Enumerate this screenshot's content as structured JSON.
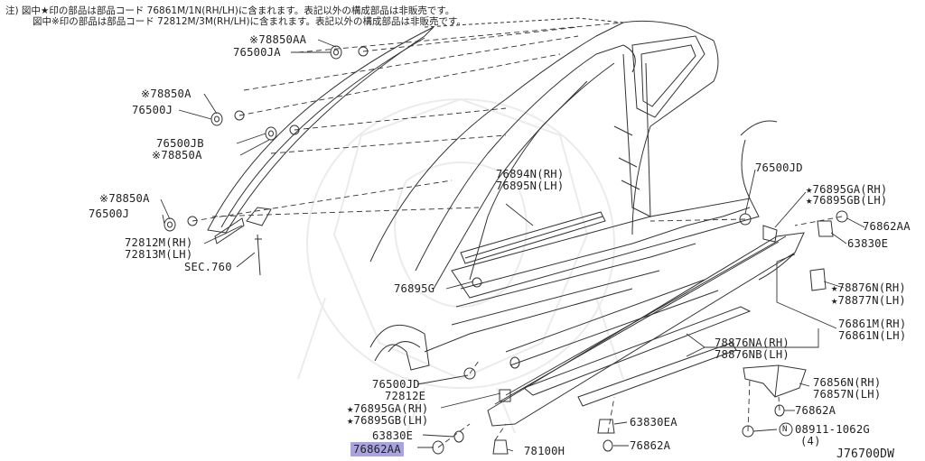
{
  "notes": {
    "line1": "注) 図中★印の部品は部品コード 76861M/1N(RH/LH)に含まれます。表記以外の構成部品は非販売です。",
    "line2": "図中※印の部品は部品コード 72812M/3M(RH/LH)に含まれます。表記以外の構成部品は非販売です。"
  },
  "labels": {
    "p78850AA": "※78850AA",
    "p76500JA": "76500JA",
    "p78850A_1": "※78850A",
    "p76500J_1": "76500J",
    "p76500JB": "76500JB",
    "p78850A_2": "※78850A",
    "p78850A_3": "※78850A",
    "p76500J_2": "76500J",
    "p72812M": "72812M(RH)",
    "p72813M": "72813M(LH)",
    "sec760": "SEC.760",
    "p76894N": "76894N(RH)",
    "p76895N": "76895N(LH)",
    "p76895G": "76895G",
    "p76500JD_1": "76500JD",
    "p76895GA_1": "★76895GA(RH)",
    "p76895GB_1": "★76895GB(LH)",
    "p76862AA_1": "76862AA",
    "p63830E_1": "63830E",
    "p78876N": "★78876N(RH)",
    "p78877N": "★78877N(LH)",
    "p76861M": "76861M(RH)",
    "p76861N": "76861N(LH)",
    "p78876NA": "78876NA(RH)",
    "p78876NB": "78876NB(LH)",
    "p76500JD_2": "76500JD",
    "p72812E": "72812E",
    "p76895GA_2": "★76895GA(RH)",
    "p76895GB_2": "★76895GB(LH)",
    "p63830E_2": "63830E",
    "p76862AA_2": "76862AA",
    "p78100H": "78100H",
    "p63830EA": "63830EA",
    "p76862A_1": "76862A",
    "p76856N": "76856N(RH)",
    "p76857N": "76857N(LH)",
    "p76862A_2": "76862A",
    "p08911": "08911-1062G",
    "p08911_qty": "(4)",
    "n_circle": "N",
    "diagram_id": "J76700DW"
  },
  "colors": {
    "line": "#333333",
    "highlight": "#a9a4dd"
  }
}
